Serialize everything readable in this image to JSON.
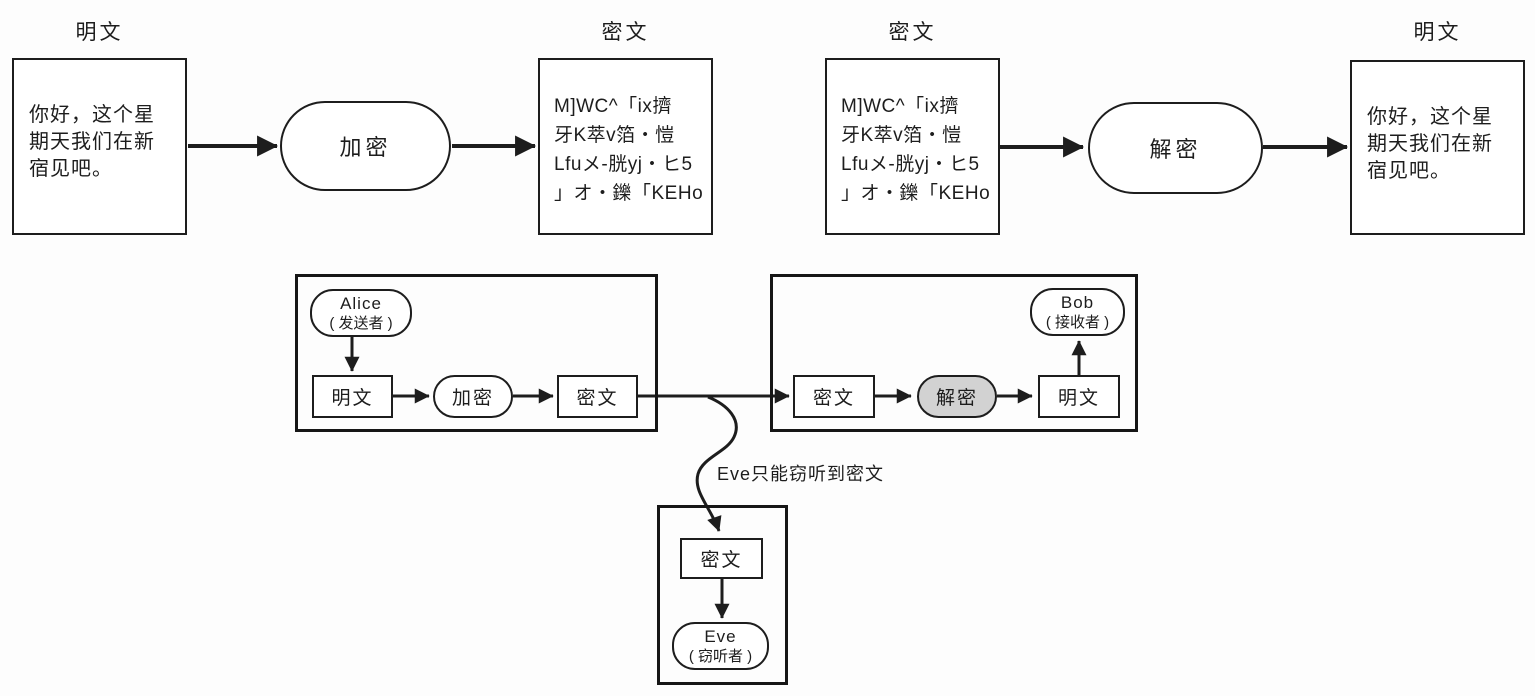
{
  "colors": {
    "ink": "#1d1d1d",
    "paper": "#fdfdfd",
    "decrypt_stadium_fill": "#d2d2d2"
  },
  "top_row": {
    "plaintext_caption": "明文",
    "ciphertext_caption": "密文",
    "plaintext_message": "你好，这个星期天我们在新宿见吧。",
    "encrypt_label": "加密",
    "decrypt_label": "解密",
    "ciphertext": {
      "line1": "M]WC^「ix擠",
      "line2": "牙K萃v箔・愷",
      "line3": "Lfuメ-胱yj・ヒ5",
      "line4": "」オ・鑠「KEHo"
    }
  },
  "bottom_row": {
    "sender_panel": {
      "actor_name": "Alice",
      "actor_role": "( 发送者 )",
      "plaintext_label": "明文",
      "encrypt_label": "加密",
      "ciphertext_label": "密文"
    },
    "receiver_panel": {
      "actor_name": "Bob",
      "actor_role": "( 接收者 )",
      "ciphertext_label": "密文",
      "decrypt_label": "解密",
      "plaintext_label": "明文"
    },
    "eavesdropper_panel": {
      "actor_name": "Eve",
      "actor_role": "( 窃听者 )",
      "ciphertext_label": "密文"
    },
    "annotation": "Eve只能窃听到密文"
  }
}
